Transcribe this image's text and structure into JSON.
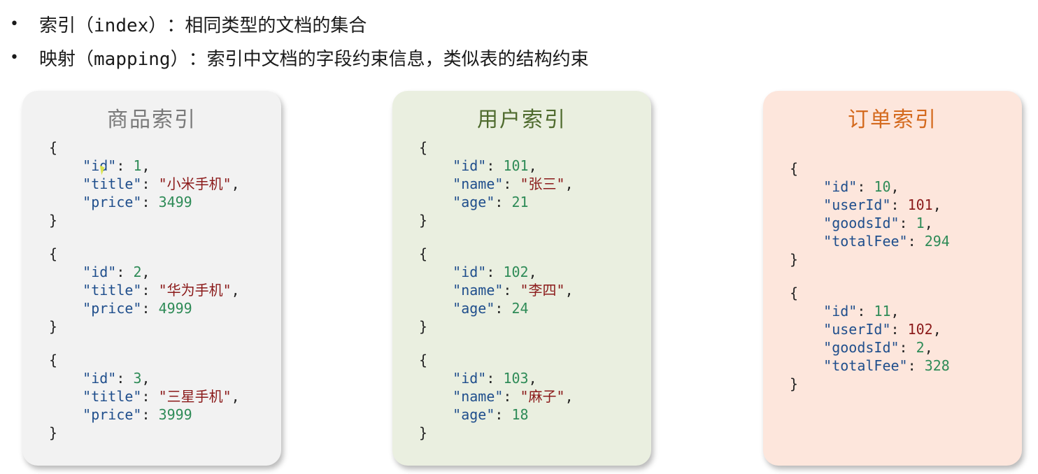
{
  "bullets": [
    {
      "term_cn": "索引",
      "term_en": "（index）",
      "sep": "：",
      "desc": "相同类型的文档的集合"
    },
    {
      "term_cn": "映射",
      "term_en": "（mapping）",
      "sep": "：",
      "desc": "索引中文档的字段约束信息，类似表的结构约束"
    }
  ],
  "bullet_glyph": "•",
  "cards": [
    {
      "title": "商品索引",
      "bg": "#f2f2f2",
      "title_color": "#7a7a7a",
      "docs": [
        {
          "fields": [
            {
              "key": "\"id\"",
              "value": "1",
              "type": "num"
            },
            {
              "key": "\"title\"",
              "value": "\"小米手机\"",
              "type": "str"
            },
            {
              "key": "\"price\"",
              "value": "3499",
              "type": "num"
            }
          ]
        },
        {
          "fields": [
            {
              "key": "\"id\"",
              "value": "2",
              "type": "num"
            },
            {
              "key": "\"title\"",
              "value": "\"华为手机\"",
              "type": "str"
            },
            {
              "key": "\"price\"",
              "value": "4999",
              "type": "num"
            }
          ]
        },
        {
          "fields": [
            {
              "key": "\"id\"",
              "value": "3",
              "type": "num"
            },
            {
              "key": "\"title\"",
              "value": "\"三星手机\"",
              "type": "str"
            },
            {
              "key": "\"price\"",
              "value": "3999",
              "type": "num"
            }
          ]
        }
      ]
    },
    {
      "title": "用户索引",
      "bg": "#eaefe0",
      "title_color": "#4f6b2e",
      "docs": [
        {
          "fields": [
            {
              "key": "\"id\"",
              "value": "101",
              "type": "num"
            },
            {
              "key": "\"name\"",
              "value": "\"张三\"",
              "type": "str"
            },
            {
              "key": "\"age\"",
              "value": "21",
              "type": "num"
            }
          ]
        },
        {
          "fields": [
            {
              "key": "\"id\"",
              "value": "102",
              "type": "num"
            },
            {
              "key": "\"name\"",
              "value": "\"李四\"",
              "type": "str"
            },
            {
              "key": "\"age\"",
              "value": "24",
              "type": "num"
            }
          ]
        },
        {
          "fields": [
            {
              "key": "\"id\"",
              "value": "103",
              "type": "num"
            },
            {
              "key": "\"name\"",
              "value": "\"麻子\"",
              "type": "str"
            },
            {
              "key": "\"age\"",
              "value": "18",
              "type": "num"
            }
          ]
        }
      ]
    },
    {
      "title": "订单索引",
      "bg": "#fde6dc",
      "title_color": "#d46a1e",
      "docs": [
        {
          "fields": [
            {
              "key": "\"id\"",
              "value": "10",
              "type": "num"
            },
            {
              "key": "\"userId\"",
              "value": "101",
              "type": "numr"
            },
            {
              "key": "\"goodsId\"",
              "value": "1",
              "type": "num"
            },
            {
              "key": "\"totalFee\"",
              "value": "294",
              "type": "num"
            }
          ]
        },
        {
          "fields": [
            {
              "key": "\"id\"",
              "value": "11",
              "type": "num"
            },
            {
              "key": "\"userId\"",
              "value": "102",
              "type": "numr"
            },
            {
              "key": "\"goodsId\"",
              "value": "2",
              "type": "num"
            },
            {
              "key": "\"totalFee\"",
              "value": "328",
              "type": "num"
            }
          ]
        }
      ]
    }
  ]
}
